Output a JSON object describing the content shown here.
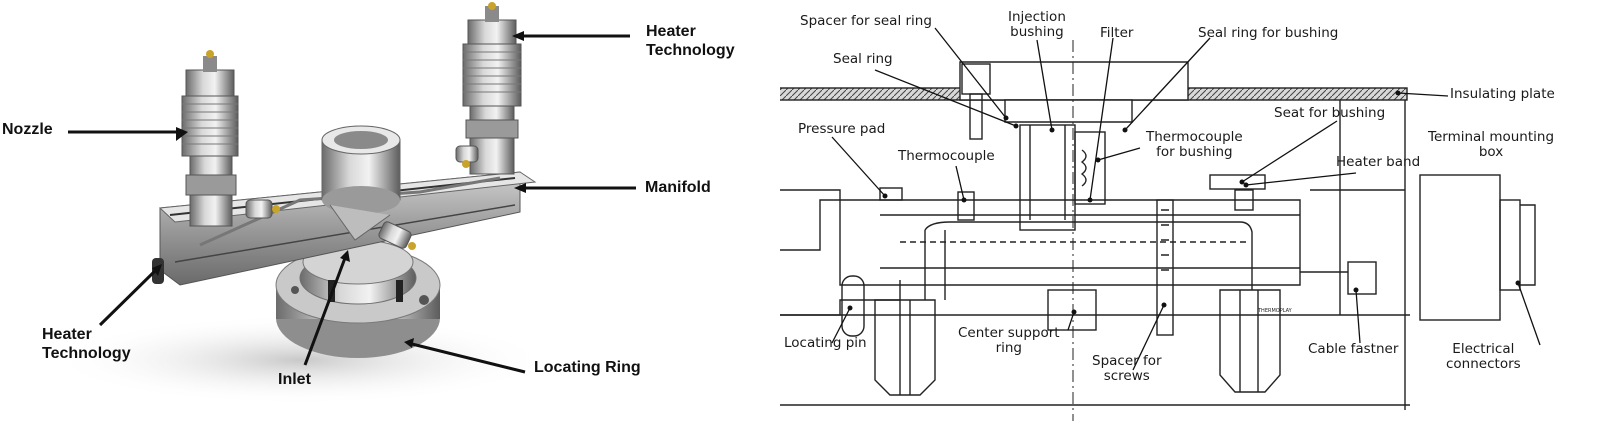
{
  "photo": {
    "labels": {
      "heater_top_line1": "Heater",
      "heater_top_line2": "Technology",
      "nozzle": "Nozzle",
      "manifold": "Manifold",
      "heater_left_line1": "Heater",
      "heater_left_line2": "Technology",
      "inlet": "Inlet",
      "locating_ring": "Locating Ring"
    }
  },
  "drawing": {
    "labels": {
      "spacer_seal_ring": "Spacer for seal ring",
      "injection_bushing_line1": "Injection",
      "injection_bushing_line2": "bushing",
      "filter": "Filter",
      "seal_ring_bushing": "Seal ring for bushing",
      "seal_ring": "Seal ring",
      "insulating_plate": "Insulating plate",
      "pressure_pad": "Pressure pad",
      "seat_bushing": "Seat for bushing",
      "thermocouple_bushing_line1": "Thermocouple",
      "thermocouple_bushing_line2": "for bushing",
      "terminal_box_line1": "Terminal mounting",
      "terminal_box_line2": "box",
      "thermocouple": "Thermocouple",
      "heater_band": "Heater band",
      "locating_pin": "Locating pin",
      "center_support_line1": "Center support",
      "center_support_line2": "ring",
      "cable_fastner": "Cable fastner",
      "spacer_screws_line1": "Spacer for",
      "spacer_screws_line2": "screws",
      "electrical_line1": "Electrical",
      "electrical_line2": "connectors",
      "nozzle_marking": "THERMOPLAY"
    }
  }
}
